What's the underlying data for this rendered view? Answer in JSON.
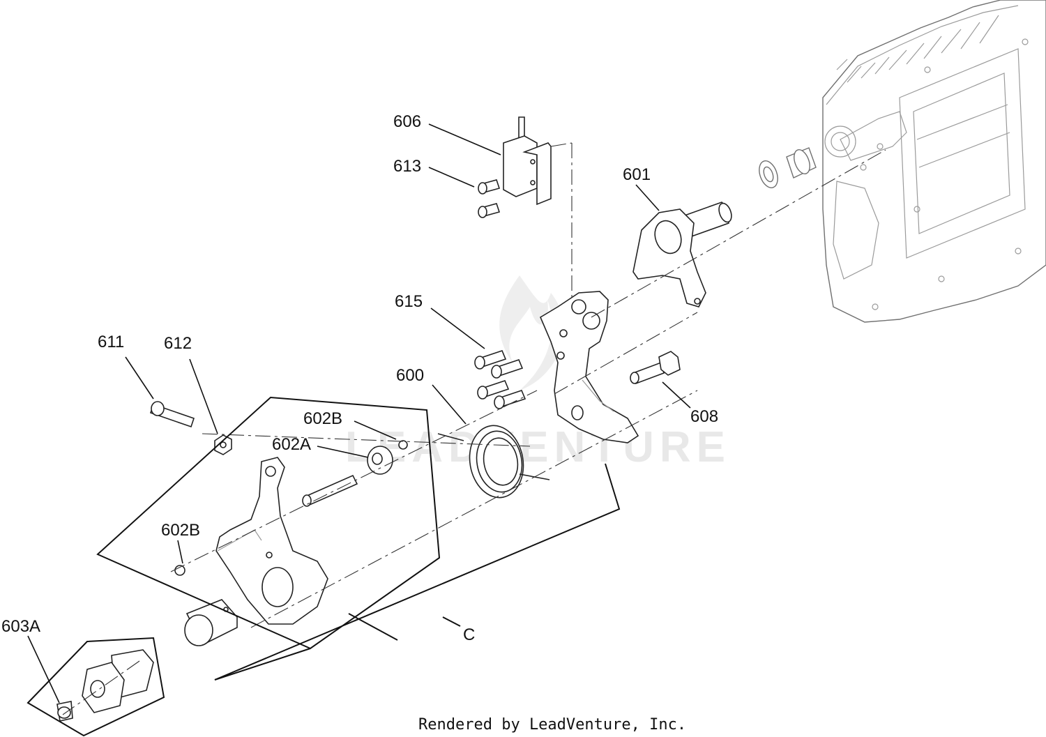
{
  "diagram": {
    "callouts": {
      "p606": "606",
      "p613": "613",
      "p601": "601",
      "p615": "615",
      "p611": "611",
      "p612": "612",
      "p600": "600",
      "p608": "608",
      "p602b_top": "602B",
      "p602a": "602A",
      "p602b_mid": "602B",
      "p603a": "603A",
      "group_c": "C"
    },
    "watermark": "LEADVENTURE",
    "footer": "Rendered by LeadVenture, Inc."
  }
}
